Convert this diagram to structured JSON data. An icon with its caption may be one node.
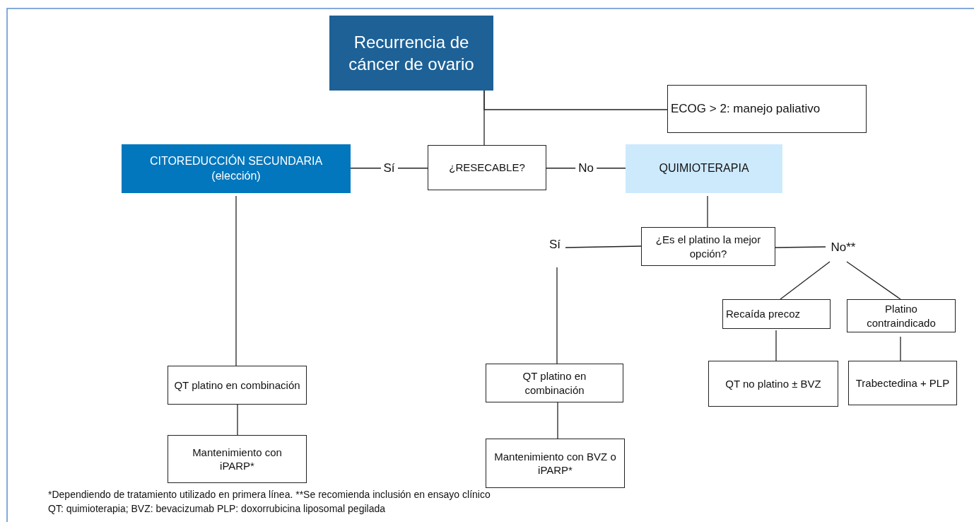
{
  "diagram": {
    "nodes": [
      {
        "text": [
          "Recurrencia de cáncer de ovario"
        ]
      },
      {
        "text": [
          "ECOG > 2: manejo paliativo"
        ]
      },
      {
        "text": [
          "¿RESECABLE?"
        ]
      },
      {
        "text": [
          "CITOREDUCCIÓN SECUNDARIA (elección)"
        ]
      },
      {
        "text": [
          "QUIMIOTERAPIA"
        ]
      },
      {
        "text": [
          "¿Es el platino la mejor opción?"
        ]
      },
      {
        "text": [
          "Sí"
        ]
      },
      {
        "text": [
          "No**"
        ]
      },
      {
        "text": [
          "Recaída precoz"
        ]
      },
      {
        "text": [
          "Platino contraindicado"
        ]
      },
      {
        "text": [
          "QT no platino ± BVZ"
        ]
      },
      {
        "text": [
          "Trabectedina + PLP"
        ]
      },
      {
        "text": [
          "QT platino en combinación"
        ]
      },
      {
        "text": [
          "Mantenimiento con iPARP*"
        ]
      },
      {
        "text": [
          "QT platino en combinación"
        ]
      },
      {
        "text": [
          "Mantenimiento con  BVZ o iPARP*"
        ]
      }
    ],
    "edges": [
      {
        "from": 0,
        "to": 2,
        "arrow": "none"
      },
      {
        "from": 0,
        "to": 1,
        "arrow": "none"
      },
      {
        "from": 2,
        "to": 3,
        "label": "Sí",
        "arrow": "none"
      },
      {
        "from": 2,
        "to": 4,
        "label": "No",
        "arrow": "none"
      },
      {
        "from": 4,
        "to": 5,
        "arrow": "none"
      },
      {
        "from": 5,
        "to": 6,
        "arrow": "none"
      },
      {
        "from": 6,
        "to": 14,
        "arrow": "none"
      },
      {
        "from": 5,
        "to": 7,
        "arrow": "none"
      },
      {
        "from": 7,
        "to": 8,
        "arrow": "none"
      },
      {
        "from": 7,
        "to": 9,
        "arrow": "none"
      },
      {
        "from": 8,
        "to": 10,
        "arrow": "none"
      },
      {
        "from": 9,
        "to": 11,
        "arrow": "none"
      },
      {
        "from": 3,
        "to": 12,
        "arrow": "none"
      },
      {
        "from": 12,
        "to": 13,
        "arrow": "none"
      },
      {
        "from": 14,
        "to": 15,
        "arrow": "none"
      }
    ],
    "labels": [
      "*Dependiendo de tratamiento utilizado en primera línea. **Se recomienda inclusión en ensayo clínico",
      "QT: quimioterapia; BVZ: bevacizumab PLP: doxorrubicina liposomal pegilada"
    ]
  }
}
